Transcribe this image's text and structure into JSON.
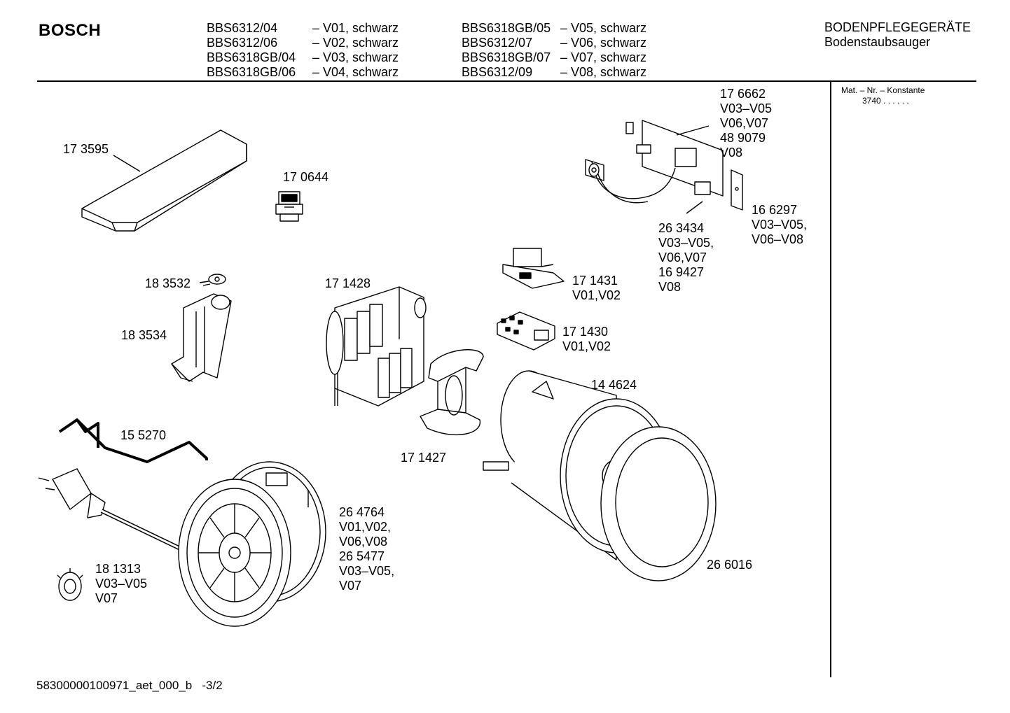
{
  "header": {
    "brand": "BOSCH",
    "models": [
      {
        "model": "BBS6312/04",
        "variant": "– V01, schwarz"
      },
      {
        "model": "BBS6312/06",
        "variant": "– V02, schwarz"
      },
      {
        "model": "BBS6318GB/04",
        "variant": "– V03, schwarz"
      },
      {
        "model": "BBS6318GB/06",
        "variant": "– V04, schwarz"
      },
      {
        "model": "BBS6318GB/05",
        "variant": "– V05, schwarz"
      },
      {
        "model": "BBS6312/07",
        "variant": "– V06, schwarz"
      },
      {
        "model": "BBS6318GB/07",
        "variant": "– V07, schwarz"
      },
      {
        "model": "BBS6312/09",
        "variant": "– V08, schwarz"
      }
    ],
    "category": "BODENPFLEGEGERÄTE",
    "subcategory": "Bodenstaubsauger"
  },
  "sidebar": {
    "mat_title": "Mat. – Nr. – Konstante",
    "mat_value": "3740 . .   . . . ."
  },
  "parts": {
    "p173595": "17 3595",
    "p170644": "17 0644",
    "p176662": [
      "17 6662",
      "V03–V05",
      "V06,V07",
      "48 9079",
      "V08"
    ],
    "p166297": [
      "16 6297",
      "V03–V05,",
      "V06–V08"
    ],
    "p263434": [
      "26 3434",
      "V03–V05,",
      "V06,V07",
      "16 9427",
      "V08"
    ],
    "p183532": "18 3532",
    "p171428": "17 1428",
    "p171431": [
      "17 1431",
      "V01,V02"
    ],
    "p183534": "18 3534",
    "p171430": [
      "17 1430",
      "V01,V02"
    ],
    "p144624": "14 4624",
    "p155270": "15 5270",
    "p171427": "17 1427",
    "p264764": [
      "26 4764",
      "V01,V02,",
      "V06,V08",
      "26 5477",
      "V03–V05,",
      "V07"
    ],
    "p181313": [
      "18 1313",
      "V03–V05",
      "V07"
    ],
    "p266016": "26 6016"
  },
  "footer": {
    "doc_id": "58300000100971_aet_000_b",
    "page": "-3/2"
  }
}
